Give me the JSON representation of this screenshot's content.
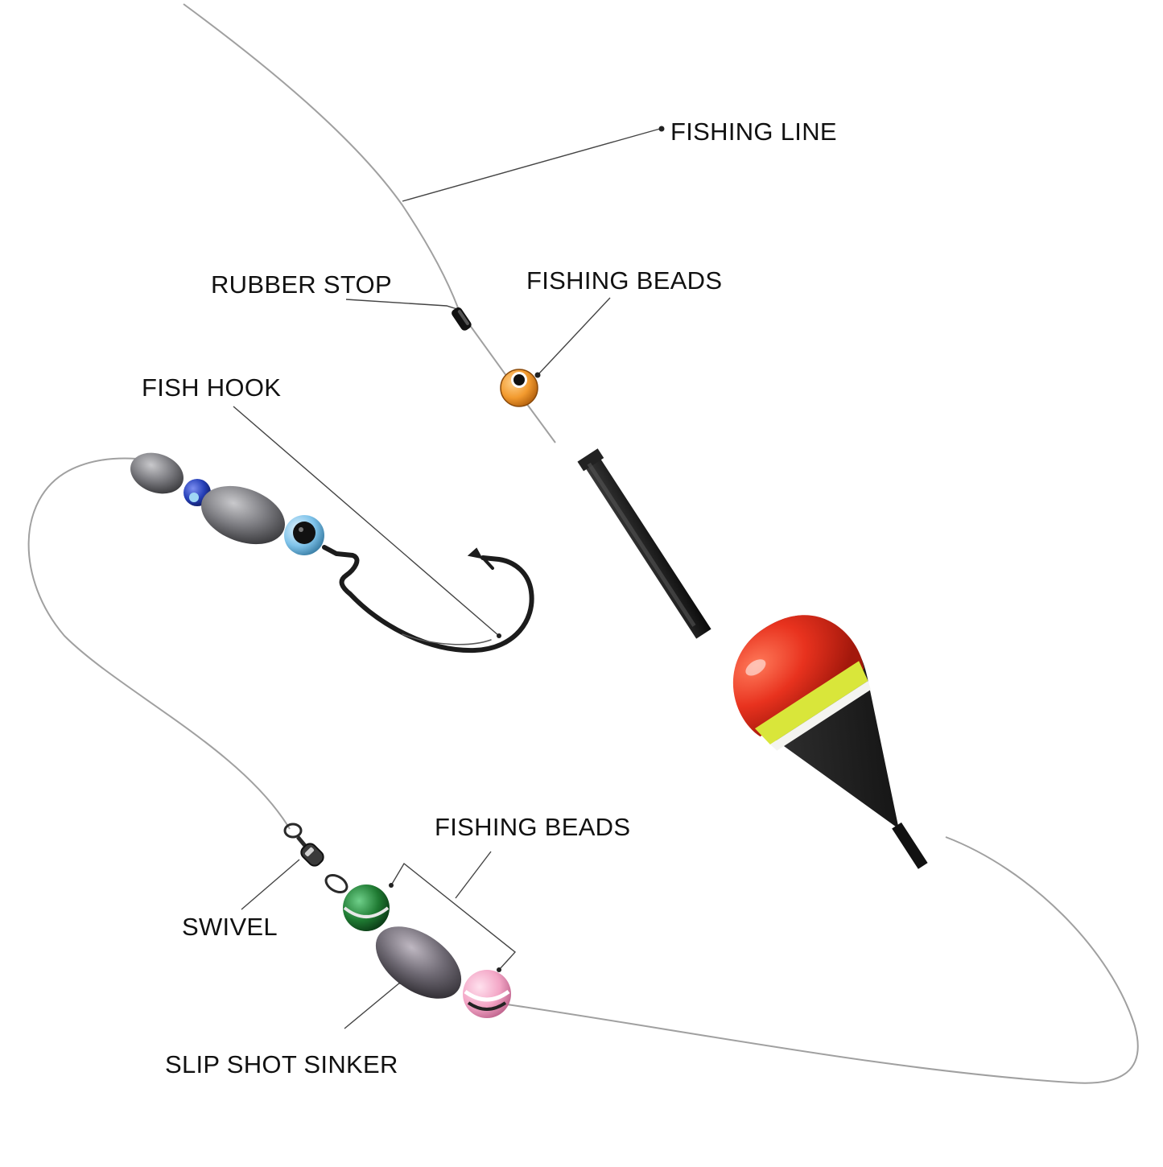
{
  "labels": {
    "fishing_line": "FISHING LINE",
    "rubber_stop": "RUBBER STOP",
    "fishing_beads_top": "FISHING BEADS",
    "fish_hook": "FISH HOOK",
    "fishing_beads_bottom": "FISHING BEADS",
    "swivel": "SWIVEL",
    "slip_shot_sinker": "SLIP SHOT SINKER"
  },
  "colors": {
    "line": "#9a9a9a",
    "leader": "#333333",
    "float_red": "#e8321e",
    "float_yellow": "#d9e63a",
    "float_black": "#151515",
    "bead_orange": "#f29a2e",
    "bead_blue": "#2640b8",
    "bead_lightblue": "#7fc3ea",
    "bead_green": "#1f7a32",
    "bead_pink": "#f3a6c6",
    "sinker_gray": "#7d7d82"
  }
}
